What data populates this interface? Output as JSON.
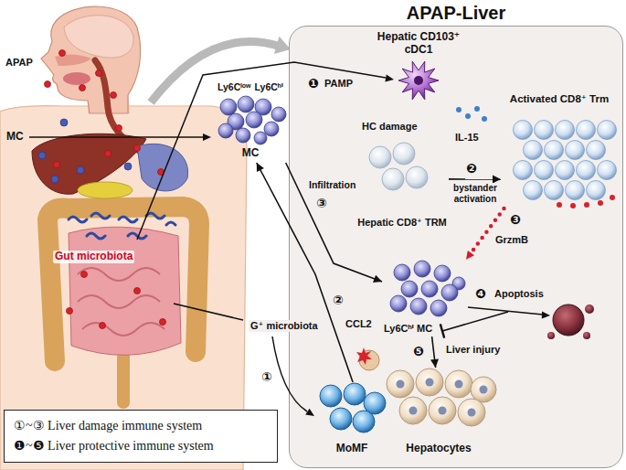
{
  "diagram": {
    "nodes": [
      {
        "text": [
          "APAP-Liver"
        ]
      },
      {
        "text": [
          "Hepatic CD103⁺ cDC1"
        ],
        "in": 0
      },
      {
        "text": [
          "Hepatic CD8⁺ TRM"
        ],
        "in": 0
      },
      {
        "text": [
          "Activated CD8⁺ Trm"
        ],
        "in": 0
      },
      {
        "text": [
          "Ly6Cʰⁱ MC"
        ],
        "in": 0
      },
      {
        "text": [
          "Hepatocytes"
        ],
        "in": 0
      },
      {
        "text": [
          "MoMF"
        ],
        "in": 0
      },
      {
        "text": [
          "Ly6Cˡᵒʷ",
          "Ly6Cʰⁱ",
          "MC"
        ]
      }
    ],
    "edges": [
      {
        "from": 2,
        "to": 3,
        "label": "bystander activation",
        "arrow": "to"
      },
      {
        "from": 3,
        "to": 4,
        "label": "GrzmB",
        "arrow": "to"
      },
      {
        "from": 7,
        "to": 4,
        "label": "Infiltration",
        "arrow": "to"
      },
      {
        "from": 6,
        "to": 7,
        "label": "CCL2",
        "arrow": "to"
      },
      {
        "from": 4,
        "to": 5,
        "label": "Liver injury",
        "arrow": "to"
      }
    ],
    "labels": [
      "APAP",
      "MC",
      "Gut microbiota",
      "G⁺ microbiota",
      "❶",
      "PAMP",
      "HC damage",
      "IL-15",
      "❷",
      "❸",
      "③",
      "②",
      "①",
      "❹",
      "Apoptosis",
      "❺"
    ],
    "legend": [
      {
        "text": "①~③ Liver damage immune system"
      },
      {
        "text": "❶~❺ Liver protective immune system"
      }
    ]
  }
}
